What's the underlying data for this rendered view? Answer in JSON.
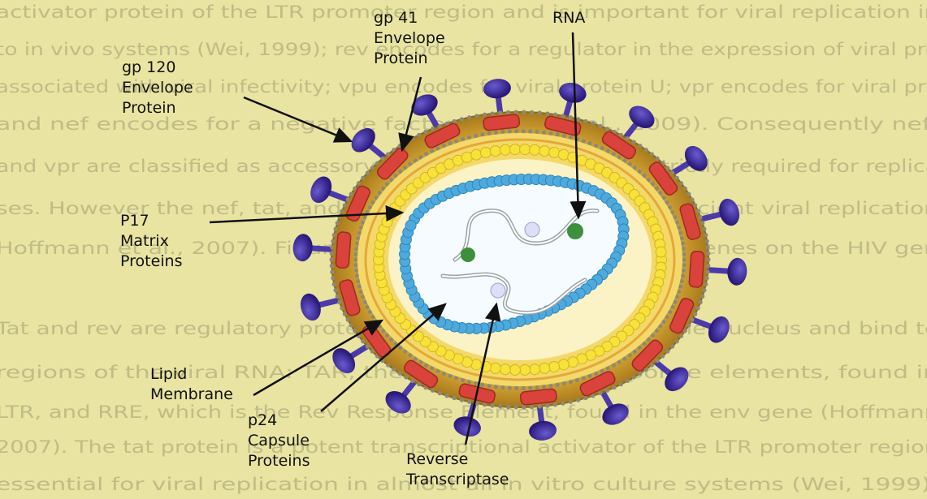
{
  "labels": {
    "gp41": [
      "gp 41",
      "Envelope",
      "Protein"
    ],
    "rna": [
      "RNA"
    ],
    "gp120": [
      "gp 120",
      "Envelope",
      "Protein"
    ],
    "p17": [
      "P17",
      "Matrix",
      "Proteins"
    ],
    "lipid": [
      "Lipid",
      "Membrane"
    ],
    "p24": [
      "p24",
      "Capsule",
      "Proteins"
    ],
    "rt": [
      "Reverse",
      "Transcriptase"
    ]
  },
  "background_text": [
    "activator protein of the LTR promoter region and is important for viral replication in",
    "to in vivo systems (Wei, 1999); rev encodes for a regulator in the expression of viral pro",
    "associated with viral infectivity; vpu encodes for viral protein U; vpr encodes for viral pro",
    "and nef encodes for a negative factor (Sierra et al., 2009). Consequently nef,",
    "and vpr are classified as accessory proteins as they are not strictly required for replica",
    "ses. However the nef, tat, and rev genes are essential for efficient viral replication",
    "Hoffmann et al., 2007). Figure 1 depicts the location of the genes on the HIV gen",
    "",
    "Tat and rev are regulatory proteins that accumulate within the nucleus and bind to",
    "regions of the viral RNA: TAR, the Tat Activation Response elements, found in",
    "LTR, and RRE, which is the Rev Response Element, found in the env gene (Hoffmann",
    "2007). The tat protein is a potent transcriptional activator of the LTR promoter region",
    "essential for viral replication in almost all in vitro culture systems (Wei, 1999)."
  ],
  "colors": {
    "background": "#e9e4a2",
    "envelope_outer": "#c99a2a",
    "matrix_yellow": "#f1da3a",
    "capsid_blue": "#4eaadc",
    "gp120_knob": "#3d2a9a",
    "gp41_stem": "#d9433b",
    "enzyme_green": "#3d8f3b"
  }
}
